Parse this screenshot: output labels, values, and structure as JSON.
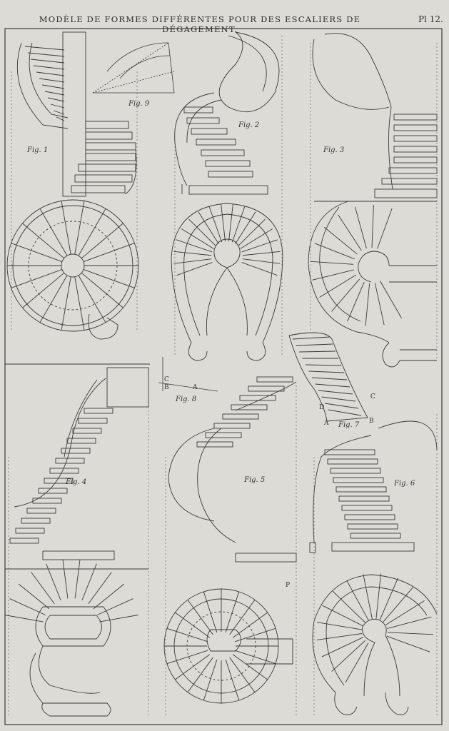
{
  "plate": {
    "title": "MODÈLE DE FORMES DIFFÉRENTES POUR DES ESCALIERS DE DÉGAGEMENT.",
    "number": "Pl 12."
  },
  "figures": {
    "fig1": "Fig. 1",
    "fig2": "Fig. 2",
    "fig3": "Fig. 3",
    "fig4": "Fig. 4",
    "fig5": "Fig. 5",
    "fig6": "Fig. 6",
    "fig7": "Fig. 7",
    "fig8": "Fig. 8",
    "fig9": "Fig. 9"
  },
  "fig7_letters": {
    "a": "A",
    "b": "B",
    "c": "C",
    "d": "D"
  },
  "fig8_letters": {
    "a": "A",
    "b": "B",
    "c": "C"
  },
  "marginal_letter": "P",
  "colors": {
    "paper": "#dcdbd6",
    "ink": "#3a3a3a"
  }
}
